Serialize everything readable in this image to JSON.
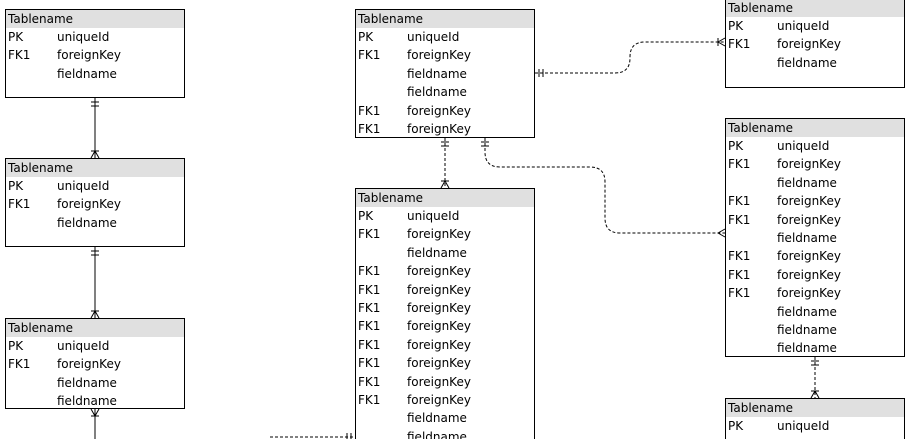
{
  "colors": {
    "header_fill": "#e0e0e0",
    "border": "#000000",
    "background": "#ffffff"
  },
  "entities": [
    {
      "header": "Tablename",
      "rows": [
        {
          "key": "PK",
          "field": "uniqueId"
        },
        {
          "key": "FK1",
          "field": "foreignKey"
        },
        {
          "key": "",
          "field": "fieldname"
        }
      ]
    },
    {
      "header": "Tablename",
      "rows": [
        {
          "key": "PK",
          "field": "uniqueId"
        },
        {
          "key": "FK1",
          "field": "foreignKey"
        },
        {
          "key": "",
          "field": "fieldname"
        }
      ]
    },
    {
      "header": "Tablename",
      "rows": [
        {
          "key": "PK",
          "field": "uniqueId"
        },
        {
          "key": "FK1",
          "field": "foreignKey"
        },
        {
          "key": "",
          "field": "fieldname"
        },
        {
          "key": "",
          "field": "fieldname"
        }
      ]
    },
    {
      "header": "Tablename",
      "rows": [
        {
          "key": "PK",
          "field": "uniqueId"
        },
        {
          "key": "FK1",
          "field": "foreignKey"
        },
        {
          "key": "",
          "field": "fieldname"
        },
        {
          "key": "",
          "field": "fieldname"
        },
        {
          "key": "FK1",
          "field": "foreignKey"
        },
        {
          "key": "FK1",
          "field": "foreignKey"
        }
      ]
    },
    {
      "header": "Tablename",
      "rows": [
        {
          "key": "PK",
          "field": "uniqueId"
        },
        {
          "key": "FK1",
          "field": "foreignKey"
        },
        {
          "key": "",
          "field": "fieldname"
        },
        {
          "key": "FK1",
          "field": "foreignKey"
        },
        {
          "key": "FK1",
          "field": "foreignKey"
        },
        {
          "key": "FK1",
          "field": "foreignKey"
        },
        {
          "key": "FK1",
          "field": "foreignKey"
        },
        {
          "key": "FK1",
          "field": "foreignKey"
        },
        {
          "key": "FK1",
          "field": "foreignKey"
        },
        {
          "key": "FK1",
          "field": "foreignKey"
        },
        {
          "key": "FK1",
          "field": "foreignKey"
        },
        {
          "key": "",
          "field": "fieldname"
        },
        {
          "key": "",
          "field": "fieldname"
        }
      ]
    },
    {
      "header": "Tablename",
      "rows": [
        {
          "key": "PK",
          "field": "uniqueId"
        },
        {
          "key": "FK1",
          "field": "foreignKey"
        },
        {
          "key": "",
          "field": "fieldname"
        }
      ]
    },
    {
      "header": "Tablename",
      "rows": [
        {
          "key": "PK",
          "field": "uniqueId"
        },
        {
          "key": "FK1",
          "field": "foreignKey"
        },
        {
          "key": "",
          "field": "fieldname"
        },
        {
          "key": "FK1",
          "field": "foreignKey"
        },
        {
          "key": "FK1",
          "field": "foreignKey"
        },
        {
          "key": "",
          "field": "fieldname"
        },
        {
          "key": "FK1",
          "field": "foreignKey"
        },
        {
          "key": "FK1",
          "field": "foreignKey"
        },
        {
          "key": "FK1",
          "field": "foreignKey"
        },
        {
          "key": "",
          "field": "fieldname"
        },
        {
          "key": "",
          "field": "fieldname"
        },
        {
          "key": "",
          "field": "fieldname"
        }
      ]
    },
    {
      "header": "Tablename",
      "rows": [
        {
          "key": "PK",
          "field": "uniqueId"
        }
      ]
    }
  ],
  "relationships": [
    {
      "from_entity": 0,
      "to_entity": 1,
      "line_style": "solid",
      "from_end": "one-and-only-one",
      "to_end": "one-or-many"
    },
    {
      "from_entity": 1,
      "to_entity": 2,
      "line_style": "solid",
      "from_end": "one-and-only-one",
      "to_end": "one-or-many"
    },
    {
      "from_entity": 2,
      "to_entity": null,
      "line_style": "solid",
      "from_end": "one-or-many",
      "to_end": "none"
    },
    {
      "from_entity": 3,
      "to_entity": 4,
      "line_style": "dashed",
      "from_end": "one-and-only-one",
      "to_end": "one-or-many"
    },
    {
      "from_entity": 3,
      "to_entity": 5,
      "line_style": "dashed",
      "from_end": "one-and-only-one",
      "to_end": "one-or-many"
    },
    {
      "from_entity": 3,
      "to_entity": 6,
      "line_style": "dashed",
      "from_end": "one-and-only-one",
      "to_end": "many"
    },
    {
      "from_entity": 6,
      "to_entity": 7,
      "line_style": "dashed",
      "from_end": "one-and-only-one",
      "to_end": "one-or-many"
    },
    {
      "from_entity": null,
      "to_entity": 4,
      "line_style": "dashed",
      "from_end": "none",
      "to_end": "one-and-only-one"
    }
  ]
}
